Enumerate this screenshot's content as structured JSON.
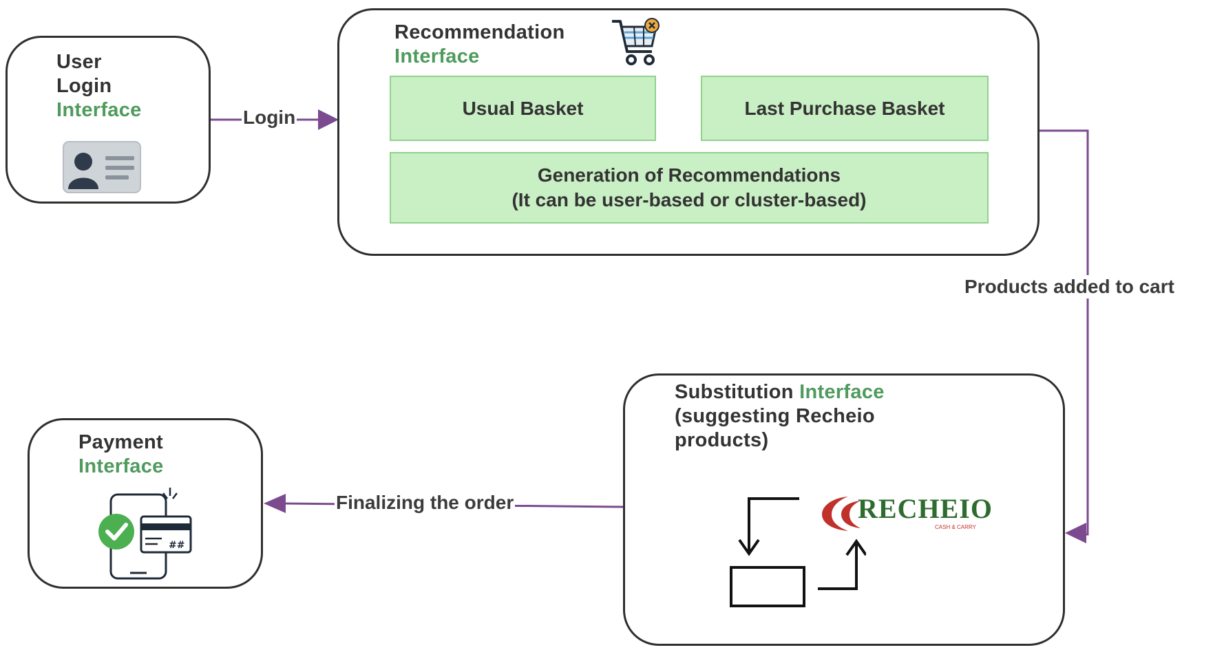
{
  "login_box": {
    "title_line1": "User",
    "title_line2": "Login",
    "title_line3": "Interface"
  },
  "recommendation_box": {
    "title_line1": "Recommendation",
    "title_line2": "Interface",
    "usual_basket": "Usual Basket",
    "last_purchase_basket": "Last Purchase Basket",
    "generation_line1": "Generation of Recommendations",
    "generation_line2": "(It can be user-based or cluster-based)"
  },
  "substitution_box": {
    "title_part1": "Substitution ",
    "title_part2": "Interface",
    "title_line2": "(suggesting Recheio",
    "title_line3": "products)",
    "logo_text": "RECHEIO",
    "logo_subtext": "CASH & CARRY"
  },
  "payment_box": {
    "title_line1": "Payment",
    "title_line2": "Interface",
    "card_mark": "##"
  },
  "edges": {
    "login": "Login",
    "products_added": "Products added to cart",
    "finalizing": "Finalizing the order"
  },
  "colors": {
    "arrow": "#7b4a8f",
    "accent_text": "#4f9a5d",
    "panel_fill": "#c9efc4",
    "logo_red": "#c0312b",
    "logo_green": "#2e6b2e"
  }
}
